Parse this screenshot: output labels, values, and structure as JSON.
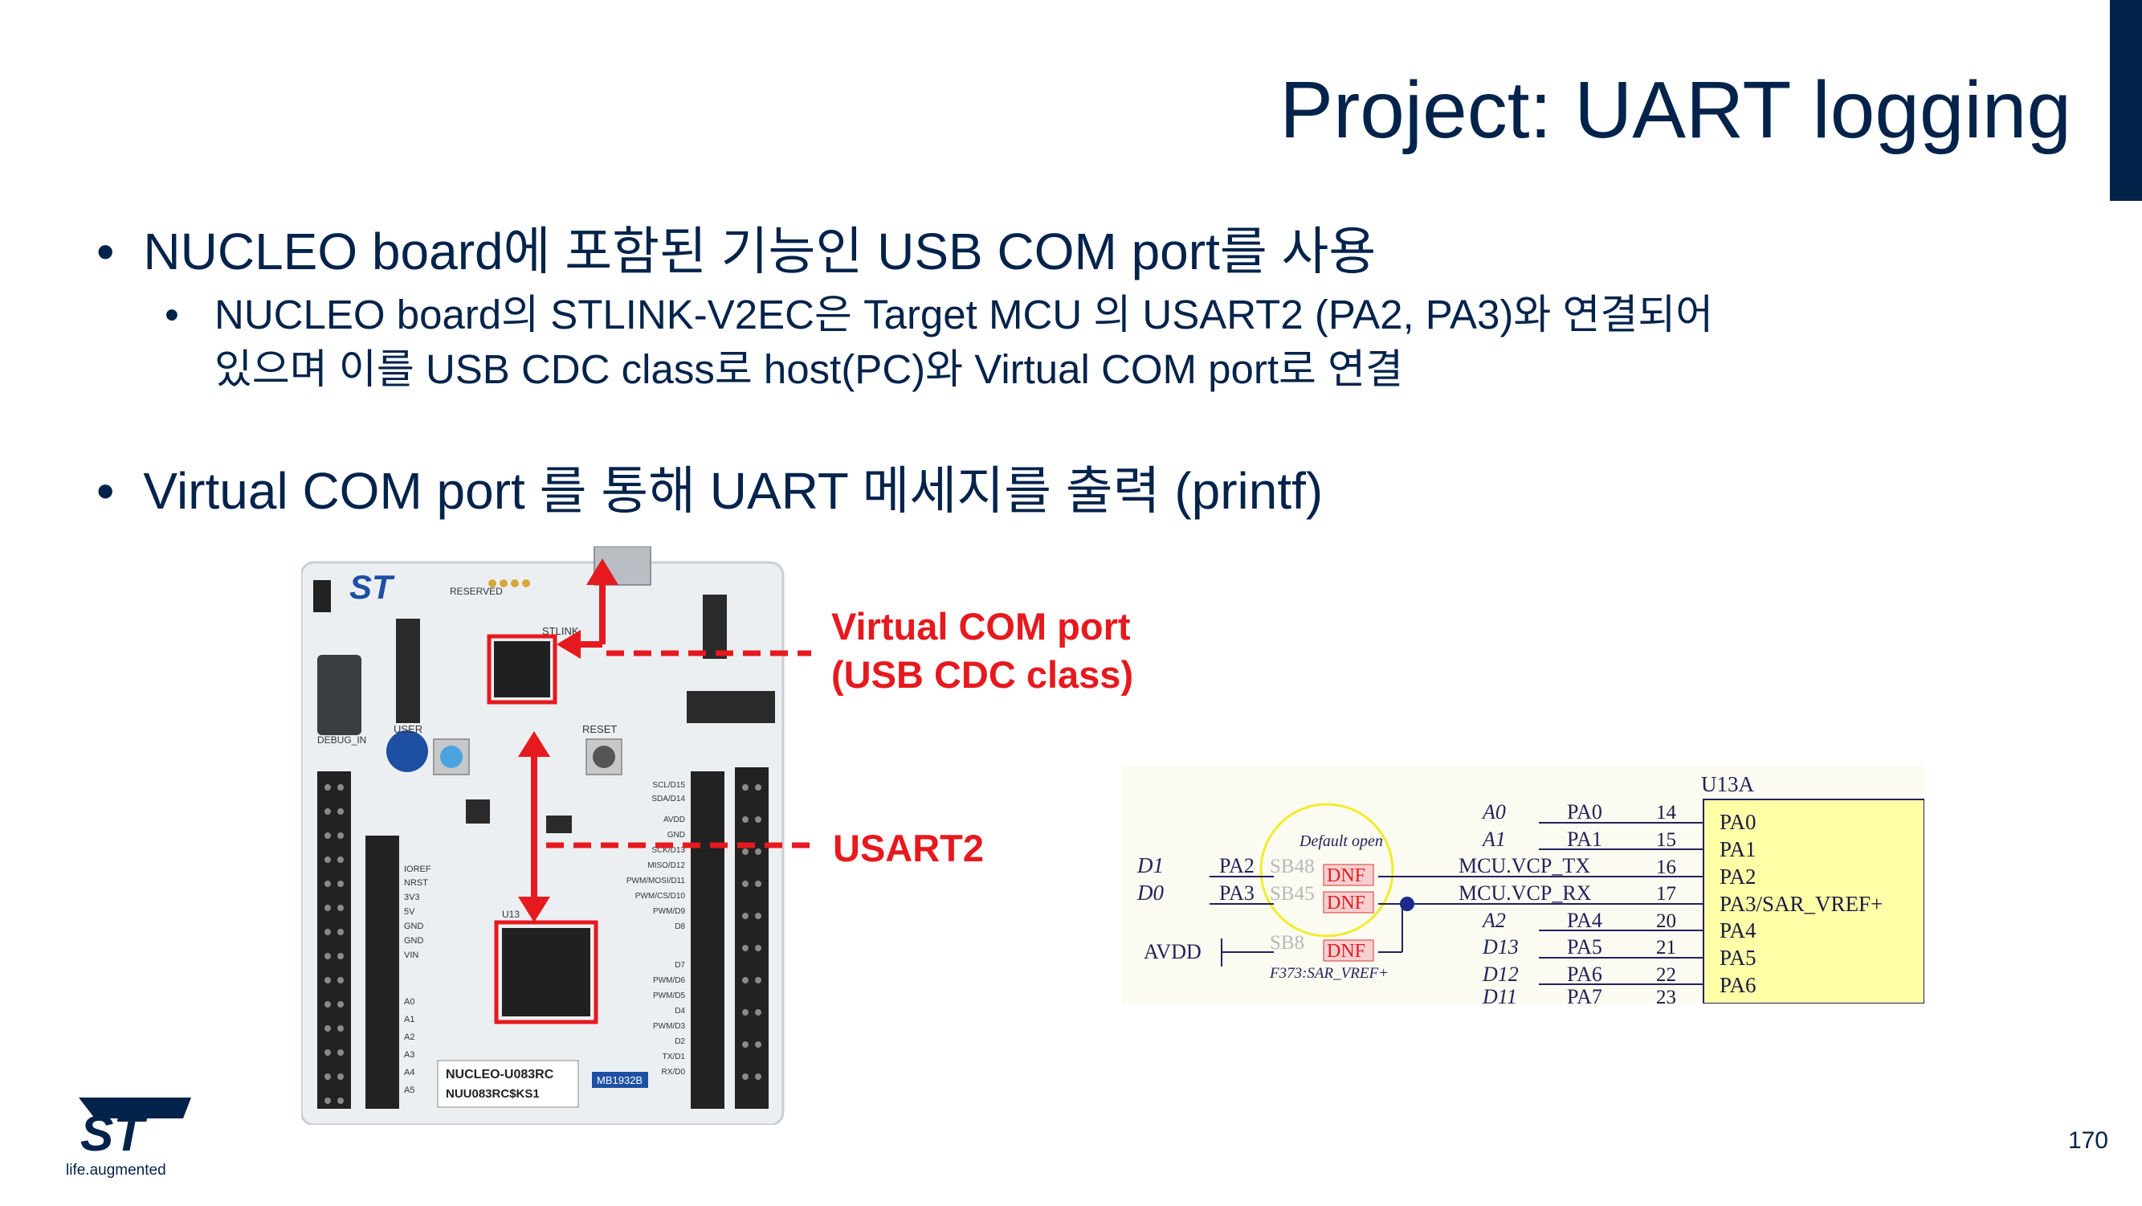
{
  "title": "Project: UART logging",
  "bullet1": {
    "text": "NUCLEO board에 포함된 기능인 USB COM port를 사용",
    "sub_line1": "NUCLEO board의 STLINK-V2EC은 Target MCU 의 USART2 (PA2, PA3)와 연결되어",
    "sub_line2": "있으며 이를 USB CDC class로 host(PC)와 Virtual COM port로 연결"
  },
  "bullet2": {
    "text": "Virtual COM port 를 통해 UART 메세지를 출력 (printf)"
  },
  "callouts": {
    "vcp_line1": "Virtual COM port",
    "vcp_line2": "(USB CDC class)",
    "usart2": "USART2"
  },
  "board": {
    "model_label": "NUCLEO-U083RC",
    "serial_label": "NUU083RC$KS1",
    "mb_label": "MB1932B",
    "user_button": "USER",
    "reset_button": "RESET",
    "stlink_label": "STLINK",
    "debug_label": "DEBUG_IN",
    "u13_label": "U13",
    "reserved_label": "RESERVED",
    "header_labels": [
      "IOREF",
      "NRST",
      "3V3",
      "5V",
      "GND",
      "GND",
      "VIN"
    ],
    "analog_labels": [
      "A0",
      "A1",
      "A2",
      "A3",
      "A4",
      "A5"
    ],
    "digital_labels": [
      "SCL/D15",
      "SDA/D14",
      "AVDD",
      "GND",
      "SCK/D13",
      "MISO/D12",
      "PWM/MOSI/D11",
      "PWM/CS/D10",
      "PWM/D9",
      "D8",
      "D7",
      "PWM/D6",
      "PWM/D5",
      "D4",
      "PWM/D3",
      "D2",
      "TX/D1",
      "RX/D0"
    ]
  },
  "schematic": {
    "chip_name": "U13A",
    "default_open": "Default open",
    "left_nets": [
      {
        "name": "D1",
        "pin": "PA2",
        "sb": "SB48",
        "dnf": "DNF"
      },
      {
        "name": "D0",
        "pin": "PA3",
        "sb": "SB45",
        "dnf": "DNF"
      }
    ],
    "avdd": {
      "name": "AVDD",
      "sb": "SB8",
      "dnf": "DNF",
      "note": "F373:SAR_VREF+"
    },
    "nets": [
      {
        "label": "A0",
        "pin": "PA0",
        "num": "14",
        "port": "PA0"
      },
      {
        "label": "A1",
        "pin": "PA1",
        "num": "15",
        "port": "PA1"
      },
      {
        "label": "MCU.VCP_TX",
        "pin": "",
        "num": "16",
        "port": "PA2"
      },
      {
        "label": "MCU.VCP_RX",
        "pin": "",
        "num": "17",
        "port": "PA3/SAR_VREF+"
      },
      {
        "label": "A2",
        "pin": "PA4",
        "num": "20",
        "port": "PA4"
      },
      {
        "label": "D13",
        "pin": "PA5",
        "num": "21",
        "port": "PA5"
      },
      {
        "label": "D12",
        "pin": "PA6",
        "num": "22",
        "port": "PA6"
      },
      {
        "label": "D11",
        "pin": "PA7",
        "num": "23",
        "port": ""
      }
    ]
  },
  "logo_tagline": "life.augmented",
  "page_number": "170",
  "colors": {
    "navy": "#03234b",
    "accent_red": "#e6191e",
    "chip_fill": "#ffffa8"
  }
}
